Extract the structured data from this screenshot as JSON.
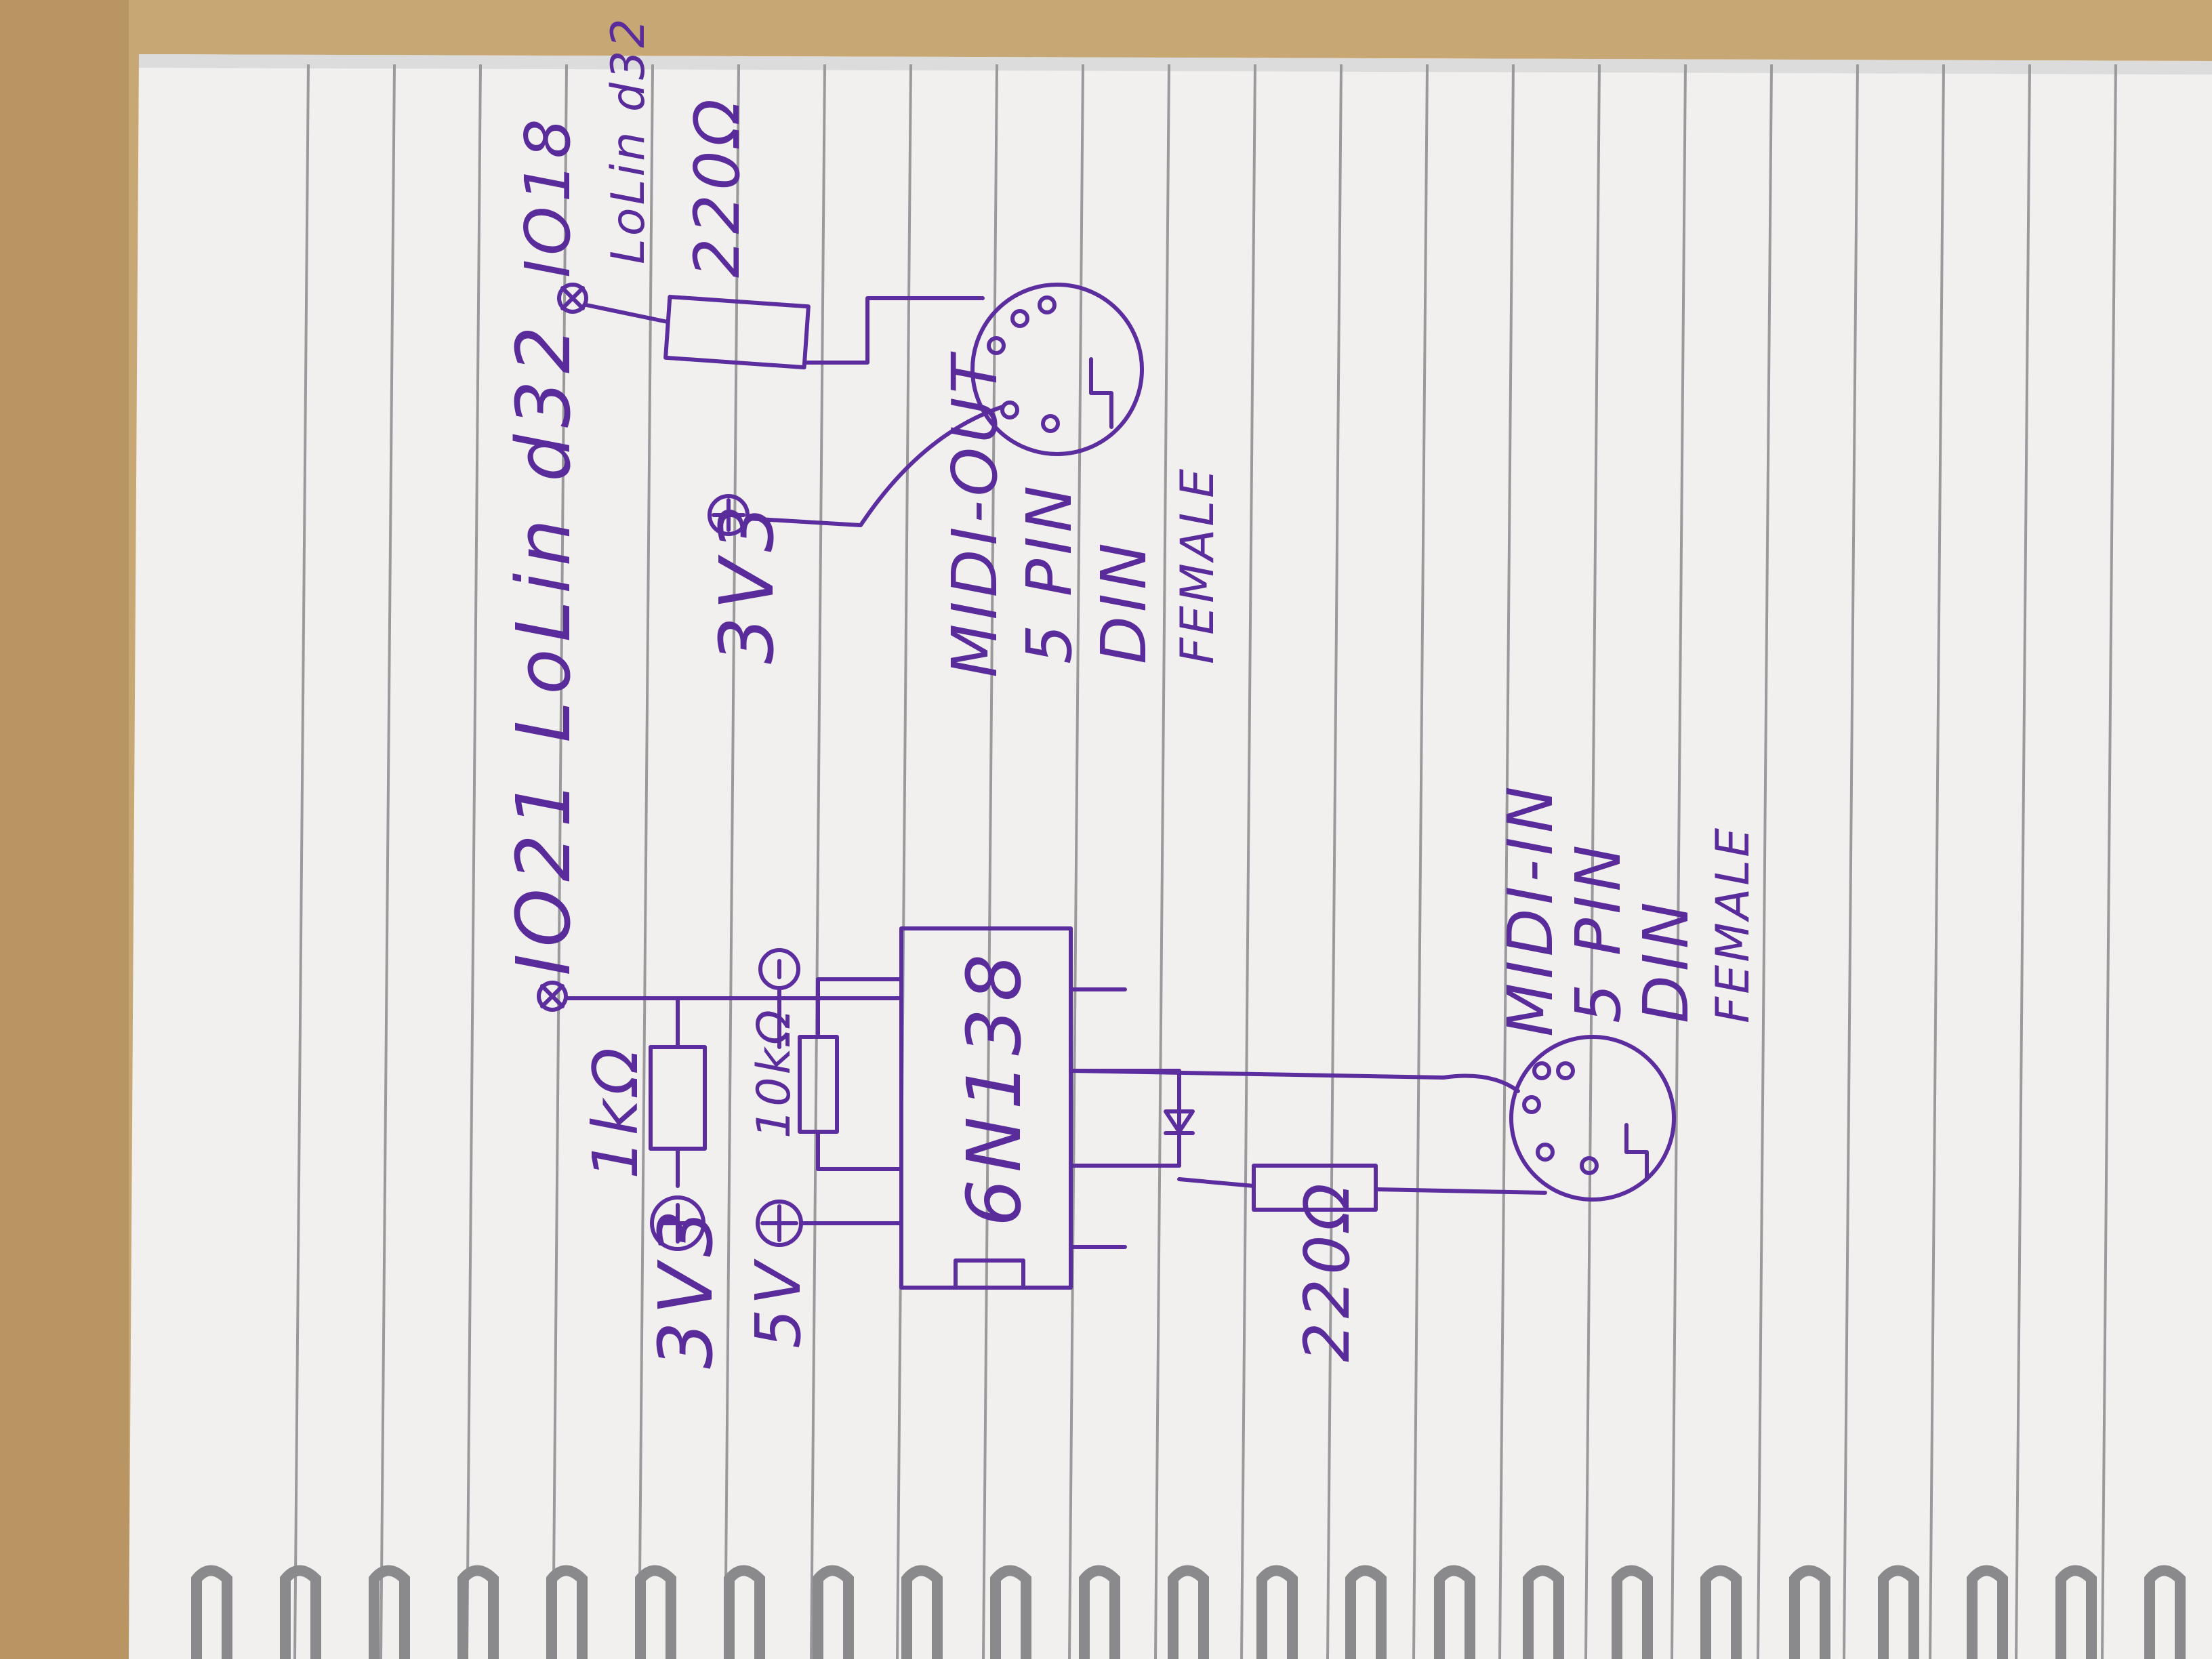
{
  "colors": {
    "desk": "#c7a774",
    "paper": "#f1f0ee",
    "rule_line": "#9a9a9d",
    "ink": "#5c2d9e",
    "spiral": "#8a8a8c"
  },
  "labels": {
    "io21_lolin": "IO21 LoLin d32",
    "io18": "IO18",
    "lolin_d32_small": "LoLin d32",
    "r220_out": "220Ω",
    "r220_in": "220Ω",
    "v3v3_a": "3V3",
    "v3v3_b": "3V3",
    "v5": "5V",
    "r1k": "1kΩ",
    "r10k": "10kΩ",
    "ic": "6N138",
    "midi_out": [
      "MIDI-OUT",
      "5 PIN",
      "DIN",
      "FEMALE"
    ],
    "midi_in": [
      "MIDI-IN",
      "5 PIN",
      "DIN",
      "FEMALE"
    ]
  }
}
